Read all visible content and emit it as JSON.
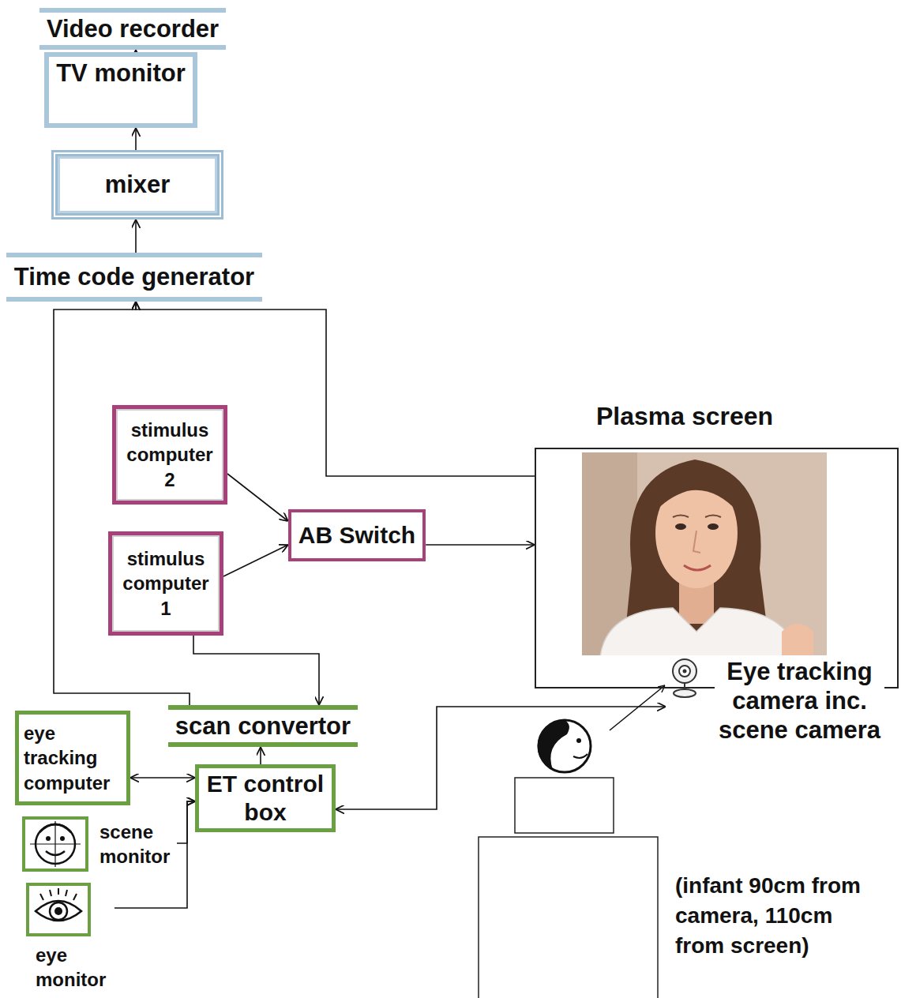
{
  "diagram": {
    "nodes": [
      {
        "text": [
          "Video recorder"
        ]
      },
      {
        "text": [
          "TV monitor"
        ]
      },
      {
        "text": [
          "mixer"
        ]
      },
      {
        "text": [
          "Time code generator"
        ]
      },
      {
        "text": [
          "stimulus computer 2"
        ]
      },
      {
        "text": [
          "stimulus computer 1"
        ]
      },
      {
        "text": [
          "AB Switch"
        ]
      },
      {
        "text": [
          "Plasma screen"
        ]
      },
      {
        "text": [
          "Eye tracking camera inc. scene camera"
        ]
      },
      {
        "text": [
          "eye tracking computer"
        ]
      },
      {
        "text": [
          "scan convertor"
        ]
      },
      {
        "text": [
          "ET control box"
        ]
      },
      {
        "text": [
          "scene monitor"
        ]
      },
      {
        "text": [
          "eye monitor"
        ]
      }
    ],
    "edges": [
      {
        "from": 3,
        "to": 2,
        "arrow": "to"
      },
      {
        "from": 2,
        "to": 1,
        "arrow": "to"
      },
      {
        "from": 1,
        "to": 0,
        "arrow": "to"
      },
      {
        "from": 4,
        "to": 6,
        "arrow": "to"
      },
      {
        "from": 5,
        "to": 6,
        "arrow": "to"
      },
      {
        "from": 6,
        "to": 7,
        "arrow": "to"
      },
      {
        "from": 7,
        "to": 3,
        "arrow": "to"
      },
      {
        "from": 10,
        "to": 3,
        "arrow": "to"
      },
      {
        "from": 5,
        "to": 10,
        "arrow": "to"
      },
      {
        "from": 11,
        "to": 10,
        "arrow": "to"
      },
      {
        "from": 9,
        "to": 11,
        "arrow": "both"
      },
      {
        "from": 12,
        "to": 11,
        "arrow": "to"
      },
      {
        "from": 13,
        "to": 11,
        "arrow": "to"
      },
      {
        "from": 11,
        "to": 8,
        "arrow": "both"
      }
    ],
    "labels": [
      "(infant 90cm from camera, 110cm from screen)"
    ]
  }
}
